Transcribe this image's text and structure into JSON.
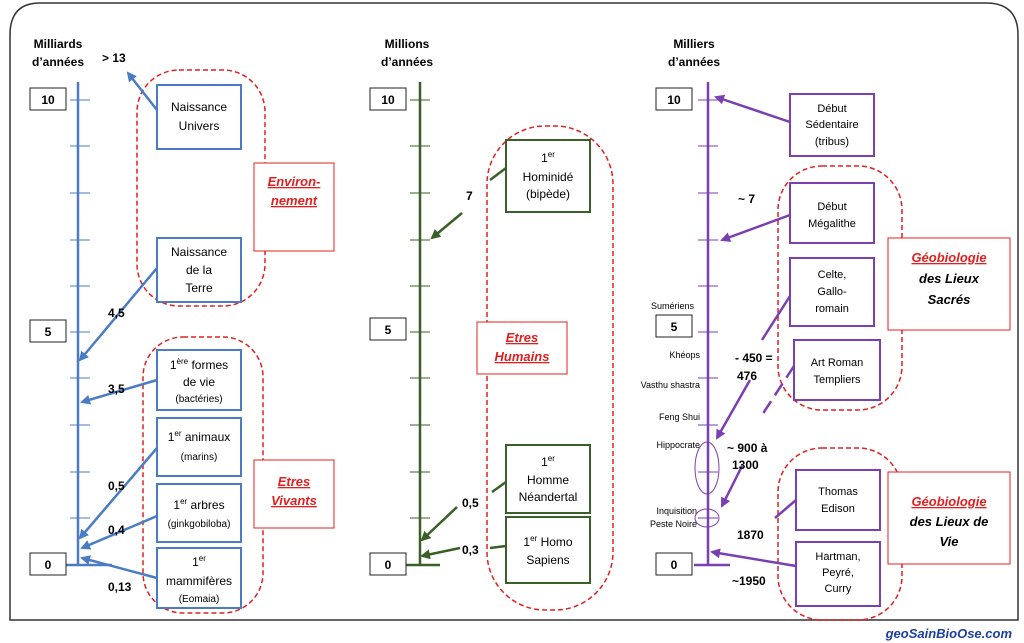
{
  "colors": {
    "blue": "#4a7cc4",
    "green": "#3a5f28",
    "purple": "#7a3fb0",
    "red": "#e02020",
    "frame": "#333333"
  },
  "watermark": "geoSainBioOse.com",
  "col1": {
    "title_l1": "Milliards",
    "title_l2": "d’années",
    "tick_10": "10",
    "tick_5": "5",
    "tick_0": "0",
    "labels": {
      "gt13": "> 13",
      "v45": "4,5",
      "v35": "3,5",
      "v05": "0,5",
      "v04": "0,4",
      "v013": "0,13"
    },
    "boxes": {
      "univers": [
        "Naissance",
        "Univers"
      ],
      "terre": [
        "Naissance",
        "de la",
        "Terre"
      ],
      "vie": {
        "n": "1",
        "sup": "ère",
        "rest": " formes",
        "l2": "de vie",
        "l3": "(bactéries)"
      },
      "animaux": {
        "n": "1",
        "sup": "er",
        "rest": " animaux",
        "l2": "(marins)"
      },
      "arbres": {
        "n": "1",
        "sup": "er",
        "rest": " arbres",
        "l2": "(ginkgobiloba)"
      },
      "mammiferes": {
        "n": "1",
        "sup": "er",
        "l2": "mammifères",
        "l3": "(Eomaia)"
      }
    },
    "cat_env": [
      "Environ-",
      "nement"
    ],
    "cat_vivants": [
      "Etres",
      "Vivants"
    ]
  },
  "col2": {
    "title_l1": "Millions",
    "title_l2": "d’années",
    "tick_10": "10",
    "tick_5": "5",
    "tick_0": "0",
    "labels": {
      "v7": "7",
      "v05": "0,5",
      "v03": "0,3"
    },
    "boxes": {
      "hominide": {
        "n": "1",
        "sup": "er",
        "l2": "Hominidé",
        "l3": "(bipède)"
      },
      "neandertal": {
        "n": "1",
        "sup": "er",
        "l2": "Homme",
        "l3": "Néandertal"
      },
      "sapiens": {
        "n": "1",
        "sup": "er",
        "rest": " Homo",
        "l2": "Sapiens"
      }
    },
    "cat_humains": [
      "Etres",
      "Humains"
    ]
  },
  "col3": {
    "title_l1": "Milliers",
    "title_l2": "d’années",
    "tick_10": "10",
    "tick_5": "5",
    "tick_0": "0",
    "labels": {
      "v7": "~ 7",
      "v450a": "- 450 =",
      "v450b": "476",
      "v900a": "~ 900 à",
      "v900b": "1300",
      "v1870": "1870",
      "v1950": "~1950"
    },
    "small": {
      "sumeriens": "Sumériens",
      "kheops": "Khéops",
      "vasthu": "Vasthu shastra",
      "fengshui": "Feng Shui",
      "hippocrate": "Hippocrate",
      "inquisition": "Inquisition",
      "peste": "Peste Noire"
    },
    "boxes": {
      "sedentaire": [
        "Début",
        "Sédentaire",
        "(tribus)"
      ],
      "megalithe": [
        "Début",
        "Mégalithe"
      ],
      "celte": [
        "Celte,",
        "Gallo-",
        "romain"
      ],
      "roman": [
        "Art Roman",
        "Templiers"
      ],
      "edison": [
        "Thomas",
        "Edison"
      ],
      "hartman": [
        "Hartman,",
        "Peyré,",
        "Curry"
      ]
    },
    "cat_sacres": {
      "l1": "Géobiologie",
      "l2": "des Lieux",
      "l3": "Sacrés"
    },
    "cat_vie": {
      "l1": "Géobiologie",
      "l2": "des Lieux de",
      "l3": "Vie"
    }
  }
}
